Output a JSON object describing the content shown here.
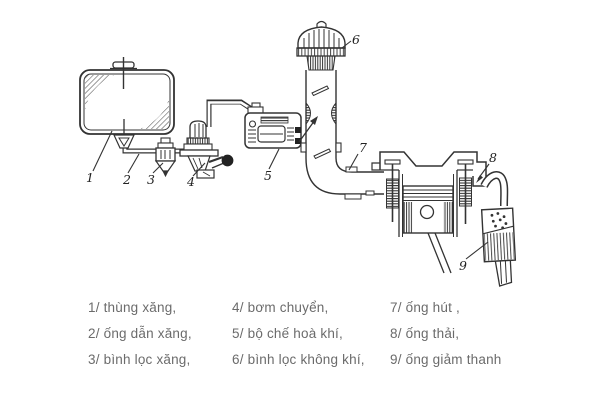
{
  "diagram": {
    "parts": [
      {
        "num": "1",
        "label": "thùng xăng"
      },
      {
        "num": "2",
        "label": "ống dẫn xăng"
      },
      {
        "num": "3",
        "label": "bình lọc xăng"
      },
      {
        "num": "4",
        "label": "bơm chuyển"
      },
      {
        "num": "5",
        "label": "bộ chế hoà khí"
      },
      {
        "num": "6",
        "label": "bình lọc không khí"
      },
      {
        "num": "7",
        "label": "ống hút"
      },
      {
        "num": "8",
        "label": "ống thải"
      },
      {
        "num": "9",
        "label": "ống giảm thanh"
      }
    ],
    "colors": {
      "ink": "#333333",
      "caption": "#6b6b6b",
      "background": "#ffffff"
    }
  },
  "legend": {
    "columns": [
      {
        "items": [
          "1/ thùng xăng,",
          "2/ ống dẫn xăng,",
          "3/ bình lọc xăng,"
        ]
      },
      {
        "items": [
          "4/ bơm chuyển,",
          "5/ bộ chế hoà khí,",
          "6/ bình lọc không khí,"
        ]
      },
      {
        "items": [
          "7/ ống hút ,",
          "8/ ống thải,",
          "9/ ống giảm thanh"
        ]
      }
    ]
  }
}
